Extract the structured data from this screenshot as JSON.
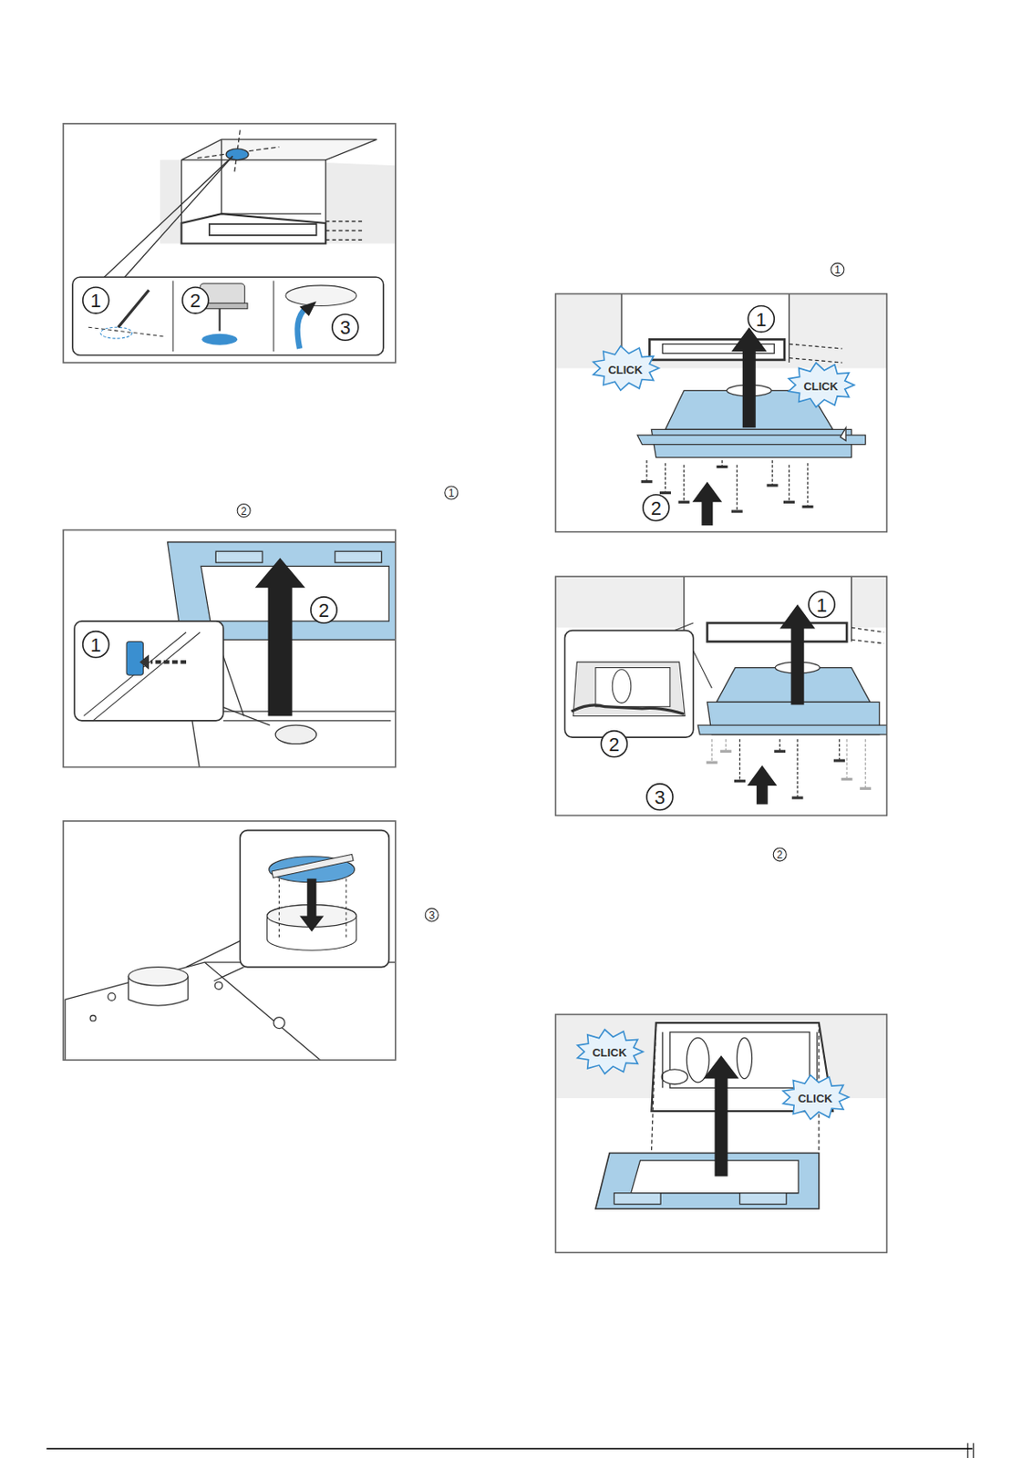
{
  "diagram": {
    "labels": [
      "1",
      "2",
      "3",
      "1",
      "2",
      "1",
      "2",
      "1",
      "1",
      "CLICK",
      "CLICK",
      "2",
      "1",
      "2",
      "3",
      "2",
      "3",
      "CLICK",
      "CLICK"
    ]
  }
}
